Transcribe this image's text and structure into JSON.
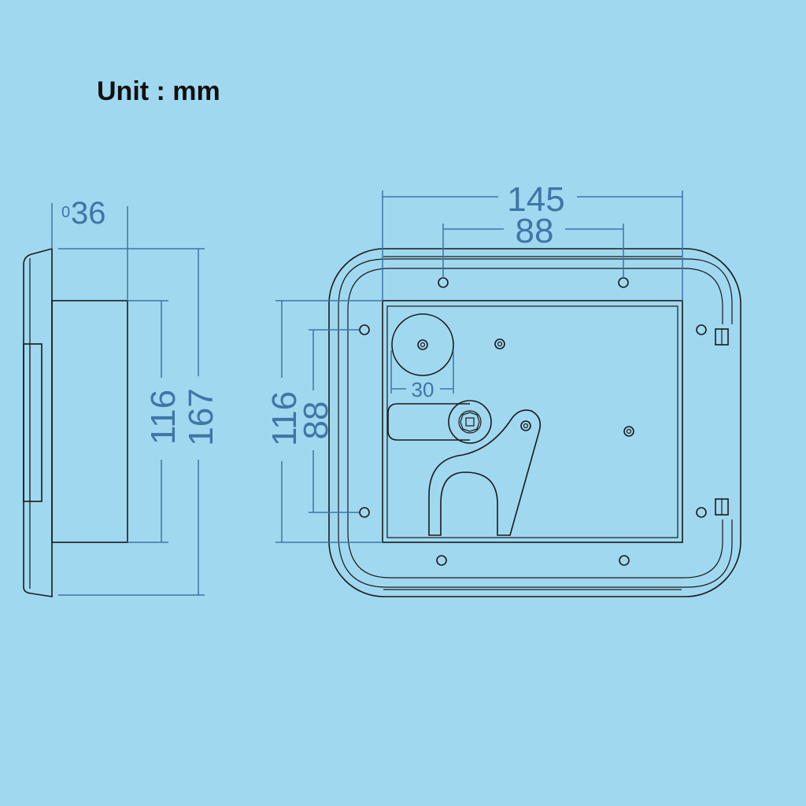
{
  "header": {
    "unit_label": "Unit : mm"
  },
  "side_view": {
    "depth_prefix": "0",
    "depth": "36",
    "inner_height": "116",
    "outer_height": "167"
  },
  "front_view": {
    "outer_width": "145",
    "hole_spacing_horizontal": "88",
    "inner_height": "116",
    "hole_spacing_vertical": "88",
    "knob_diameter": "30"
  },
  "colors": {
    "background": "#a0d8f0",
    "dimension": "#3e76a6",
    "outline": "#1a1a1a"
  }
}
